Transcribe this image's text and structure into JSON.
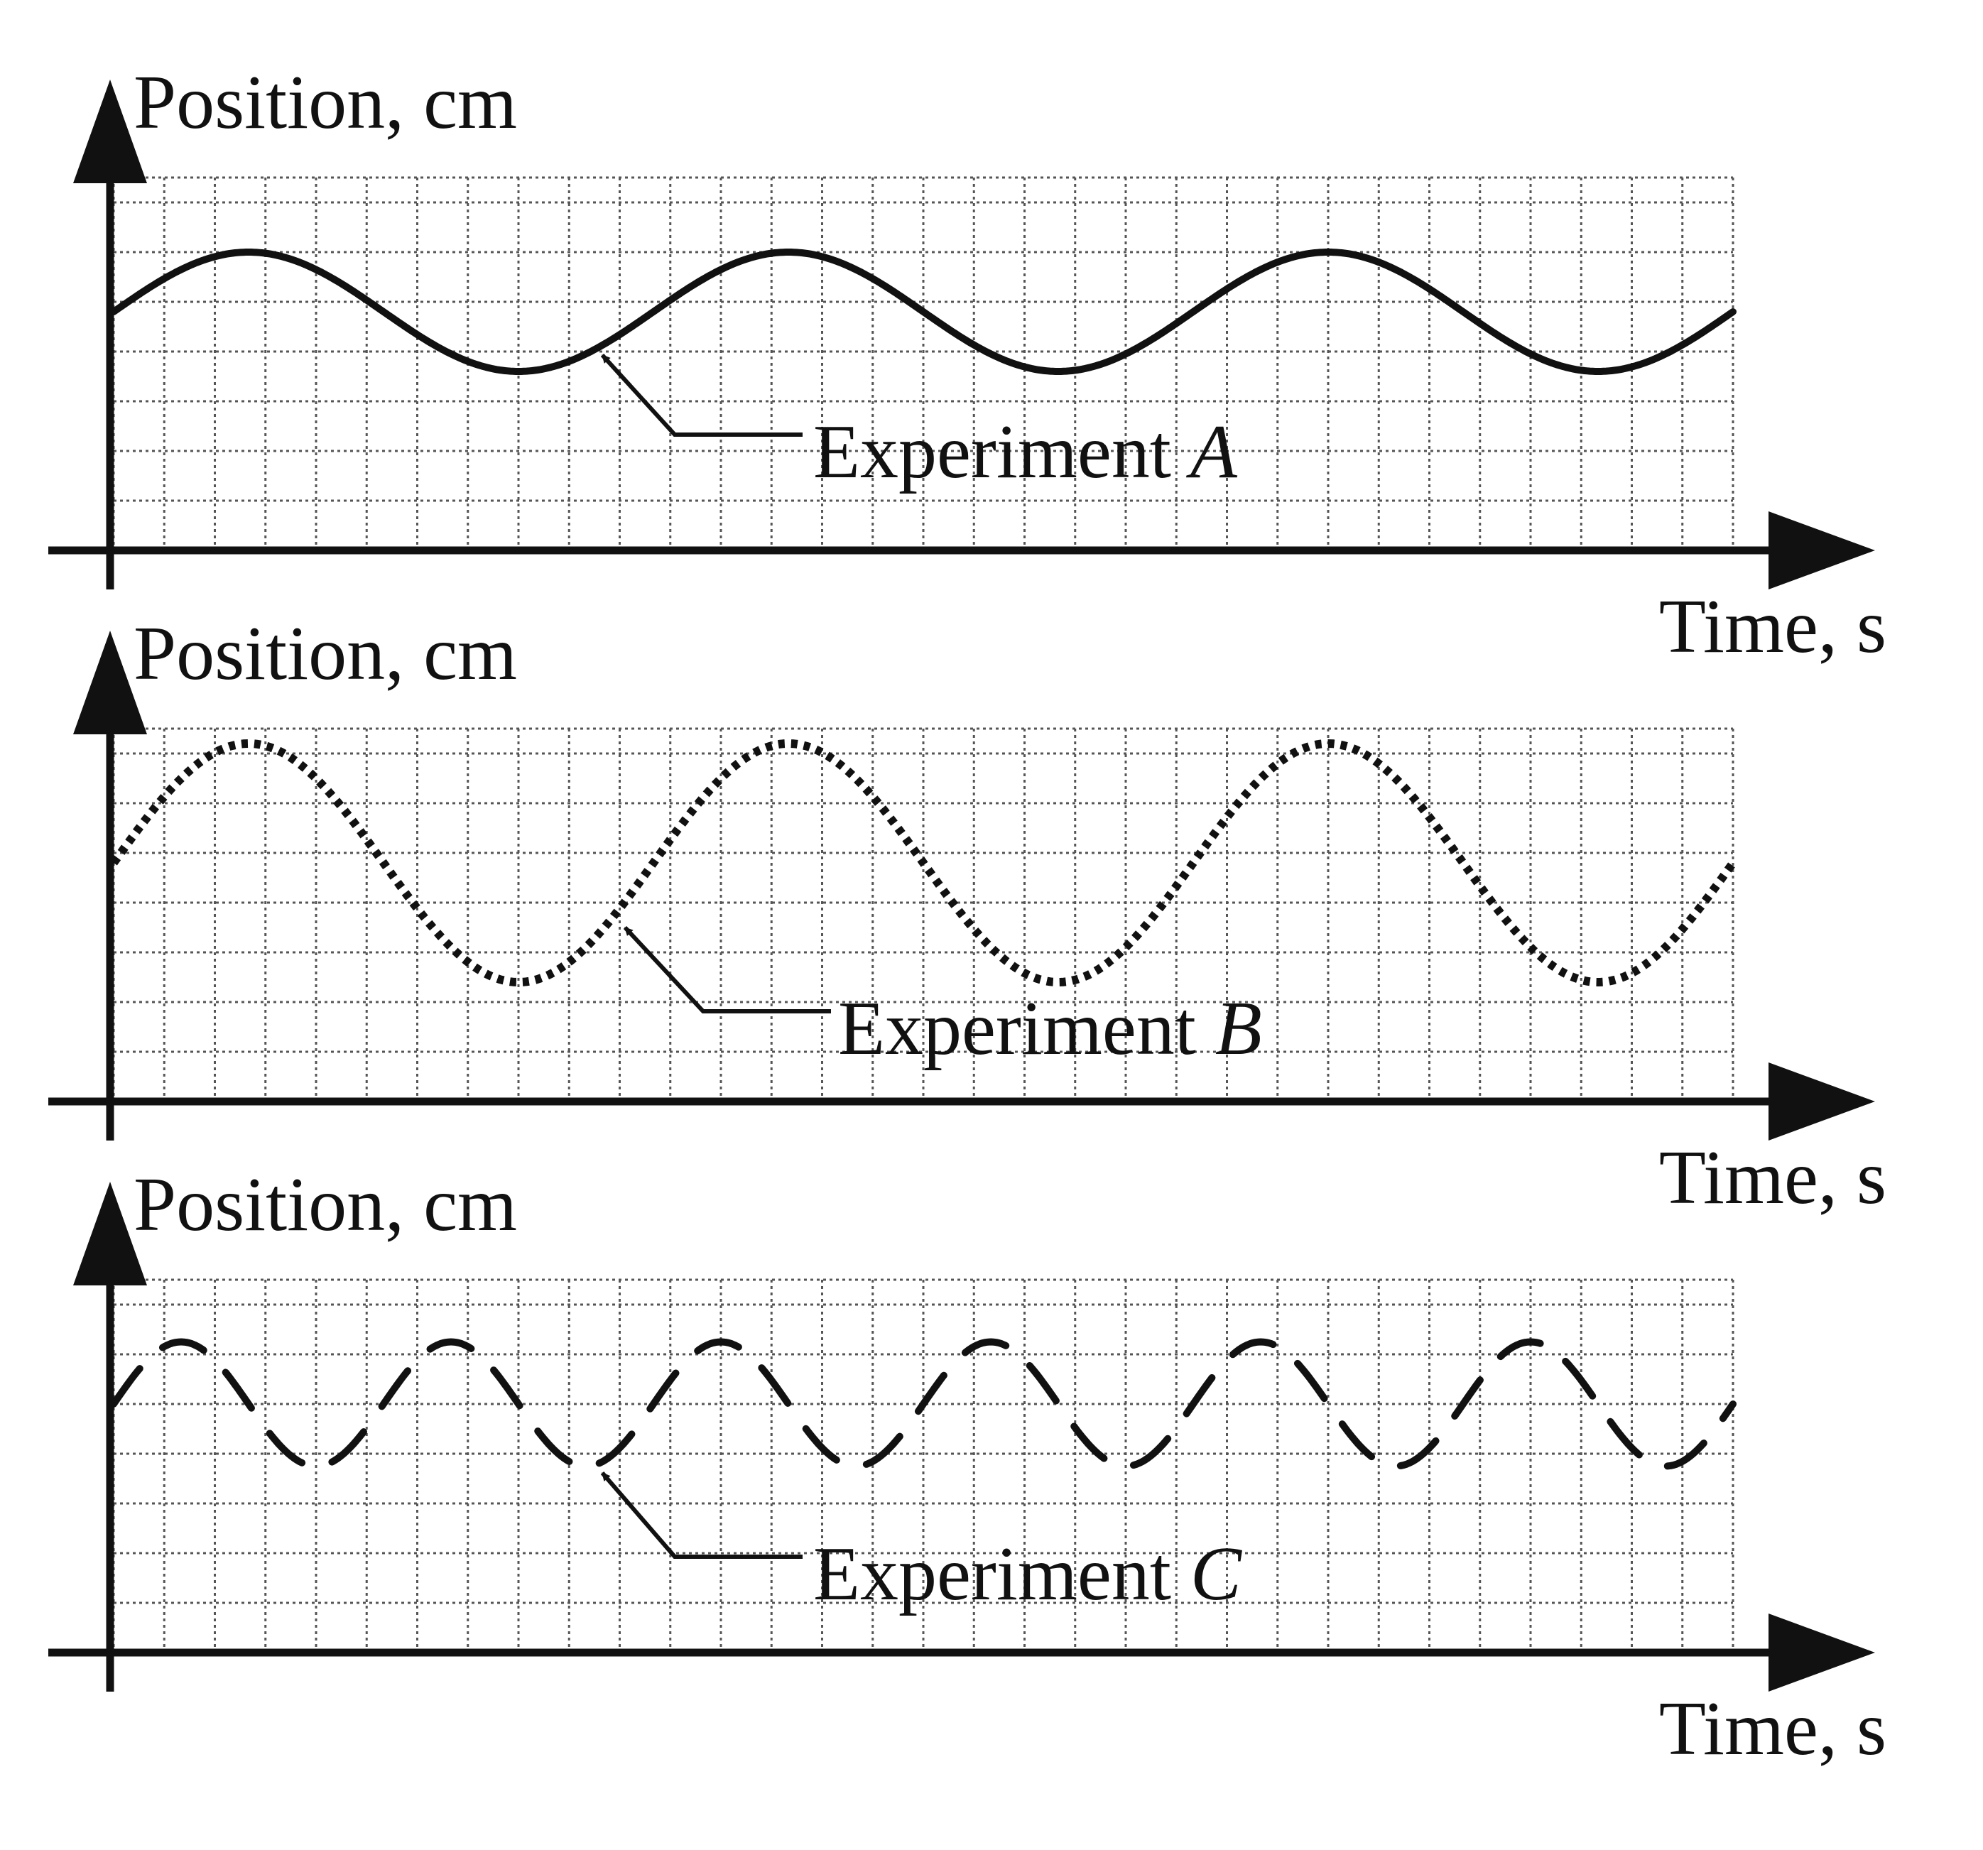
{
  "chart_data": [
    {
      "type": "line",
      "ylabel": "Position, cm",
      "xlabel": "Time, s",
      "grid": true,
      "grid_cols": 32,
      "grid_rows": 7.5,
      "series": [
        {
          "name": "Experiment A",
          "style": "solid",
          "baseline": 4.8,
          "amplitude": 1.2,
          "cycles_across_grid": 3,
          "start_phase": "mid-rising"
        }
      ],
      "annotation": {
        "prefix": "Experiment ",
        "letter": "A"
      }
    },
    {
      "type": "line",
      "ylabel": "Position, cm",
      "xlabel": "Time, s",
      "grid": true,
      "grid_cols": 32,
      "grid_rows": 7.5,
      "series": [
        {
          "name": "Experiment B",
          "style": "dotted",
          "baseline": 4.8,
          "amplitude": 2.4,
          "cycles_across_grid": 3,
          "start_phase": "mid-rising"
        }
      ],
      "annotation": {
        "prefix": "Experiment ",
        "letter": "B"
      }
    },
    {
      "type": "line",
      "ylabel": "Position, cm",
      "xlabel": "Time, s",
      "grid": true,
      "grid_cols": 32,
      "grid_rows": 7.5,
      "series": [
        {
          "name": "Experiment C",
          "style": "dashed",
          "baseline": 5.0,
          "amplitude": 1.25,
          "cycles_across_grid": 6,
          "start_phase": "mid-rising"
        }
      ],
      "annotation": {
        "prefix": "Experiment ",
        "letter": "C"
      }
    }
  ],
  "colors": {
    "ink": "#111111",
    "grid": "#555555",
    "background": "#ffffff"
  }
}
